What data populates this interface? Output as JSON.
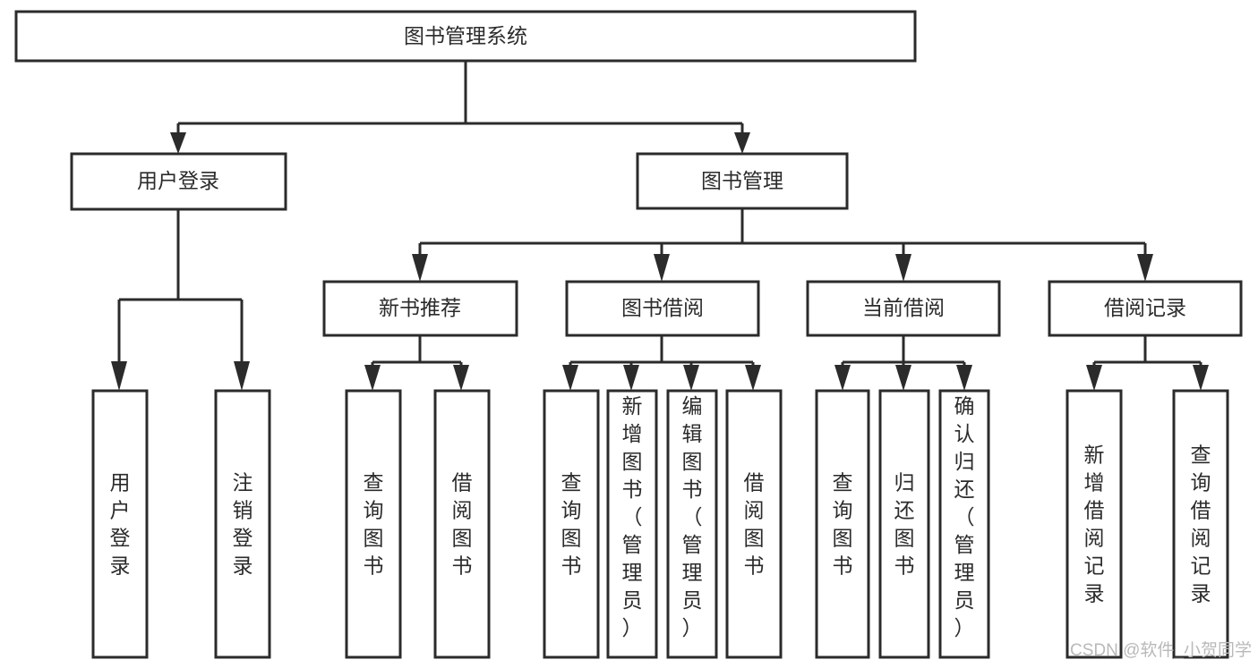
{
  "diagram": {
    "type": "hierarchy-tree",
    "title": "图书管理系统",
    "orientation": "top-down",
    "levels": 4,
    "root": {
      "id": "root",
      "label": "图书管理系统",
      "text_orientation": "horizontal"
    },
    "level2": [
      {
        "id": "user-login",
        "label": "用户登录",
        "text_orientation": "horizontal"
      },
      {
        "id": "book-manage",
        "label": "图书管理",
        "text_orientation": "horizontal"
      }
    ],
    "level3": [
      {
        "id": "new-book-recommend",
        "label": "新书推荐",
        "parent": "book-manage",
        "text_orientation": "horizontal"
      },
      {
        "id": "book-borrow",
        "label": "图书借阅",
        "parent": "book-manage",
        "text_orientation": "horizontal"
      },
      {
        "id": "current-borrow",
        "label": "当前借阅",
        "parent": "book-manage",
        "text_orientation": "horizontal"
      },
      {
        "id": "borrow-record",
        "label": "借阅记录",
        "parent": "book-manage",
        "text_orientation": "horizontal"
      }
    ],
    "leaves": [
      {
        "id": "leaf-user-login",
        "parent": "user-login",
        "label": "用户登录",
        "chars": [
          "用",
          "户",
          "登",
          "录"
        ],
        "text_orientation": "vertical"
      },
      {
        "id": "leaf-logout-login",
        "parent": "user-login",
        "label": "注销登录",
        "chars": [
          "注",
          "销",
          "登",
          "录"
        ],
        "text_orientation": "vertical"
      },
      {
        "id": "leaf-query-book-1",
        "parent": "new-book-recommend",
        "label": "查询图书",
        "chars": [
          "查",
          "询",
          "图",
          "书"
        ],
        "text_orientation": "vertical"
      },
      {
        "id": "leaf-borrow-book-1",
        "parent": "new-book-recommend",
        "label": "借阅图书",
        "chars": [
          "借",
          "阅",
          "图",
          "书"
        ],
        "text_orientation": "vertical"
      },
      {
        "id": "leaf-query-book-2",
        "parent": "book-borrow",
        "label": "查询图书",
        "chars": [
          "查",
          "询",
          "图",
          "书"
        ],
        "text_orientation": "vertical"
      },
      {
        "id": "leaf-add-book-admin",
        "parent": "book-borrow",
        "label": "新增图书（管理员）",
        "chars": [
          "新",
          "增",
          "图",
          "书",
          "（",
          "管",
          "理",
          "员",
          "）"
        ],
        "text_orientation": "vertical"
      },
      {
        "id": "leaf-edit-book-admin",
        "parent": "book-borrow",
        "label": "编辑图书（管理员）",
        "chars": [
          "编",
          "辑",
          "图",
          "书",
          "（",
          "管",
          "理",
          "员",
          "）"
        ],
        "text_orientation": "vertical"
      },
      {
        "id": "leaf-borrow-book-2",
        "parent": "book-borrow",
        "label": "借阅图书",
        "chars": [
          "借",
          "阅",
          "图",
          "书"
        ],
        "text_orientation": "vertical"
      },
      {
        "id": "leaf-query-book-3",
        "parent": "current-borrow",
        "label": "查询图书",
        "chars": [
          "查",
          "询",
          "图",
          "书"
        ],
        "text_orientation": "vertical"
      },
      {
        "id": "leaf-return-book",
        "parent": "current-borrow",
        "label": "归还图书",
        "chars": [
          "归",
          "还",
          "图",
          "书"
        ],
        "text_orientation": "vertical"
      },
      {
        "id": "leaf-confirm-return-admin",
        "parent": "current-borrow",
        "label": "确认归还（管理员）",
        "chars": [
          "确",
          "认",
          "归",
          "还",
          "（",
          "管",
          "理",
          "员",
          "）"
        ],
        "text_orientation": "vertical"
      },
      {
        "id": "leaf-add-borrow-record",
        "parent": "borrow-record",
        "label": "新增借阅记录",
        "chars": [
          "新",
          "增",
          "借",
          "阅",
          "记",
          "录"
        ],
        "text_orientation": "vertical"
      },
      {
        "id": "leaf-query-borrow-record",
        "parent": "borrow-record",
        "label": "查询借阅记录",
        "chars": [
          "查",
          "询",
          "借",
          "阅",
          "记",
          "录"
        ],
        "text_orientation": "vertical"
      }
    ]
  },
  "watermark": {
    "text": "CSDN @软件_小贺同学"
  },
  "colors": {
    "stroke": "#2b2b2b",
    "box_fill": "#ffffff",
    "text": "#2b2b2b",
    "background": "#ffffff",
    "watermark": "#b9b9b9"
  }
}
